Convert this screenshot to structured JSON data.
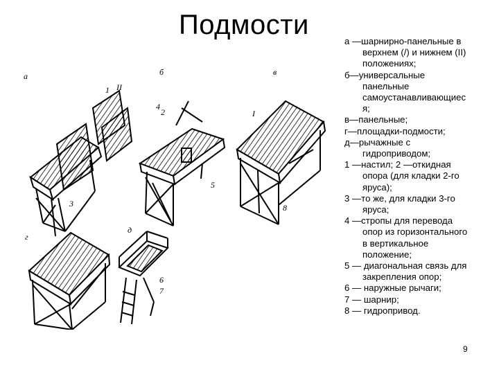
{
  "slide": {
    "title": "Подмости",
    "page_number": "9"
  },
  "legend": [
    {
      "lines": [
        "а —шарнирно-панельные в",
        "верхнем (/) и нижнем (II)",
        "положениях;"
      ]
    },
    {
      "lines": [
        "б—универсальные",
        "панельные",
        "самоустанавливающиес",
        "я;"
      ]
    },
    {
      "lines": [
        "в—панельные;"
      ]
    },
    {
      "lines": [
        "г—площадки-подмости;"
      ]
    },
    {
      "lines": [
        "д—рычажные с",
        "гидроприводом;"
      ]
    },
    {
      "lines": [
        "1 —настил; 2 —откидная",
        "опора (для кладки 2-го",
        "яруса);"
      ]
    },
    {
      "lines": [
        "3 —то же, для кладки 3-го",
        "яруса;"
      ]
    },
    {
      "lines": [
        "4 —стропы для перевода",
        "опор из горизонтального",
        "в вертикальное",
        "положение;"
      ]
    },
    {
      "lines": [
        "5 — диагональная связь для",
        "закрепления опор;"
      ]
    },
    {
      "lines": [
        "6 — наружные рычаги;"
      ]
    },
    {
      "lines": [
        "7 — шарнир;"
      ]
    },
    {
      "lines": [
        "8 — гидропривод."
      ]
    }
  ],
  "figure": {
    "labels": {
      "a": "а",
      "b": "б",
      "v": "в",
      "g": "г",
      "d": "д",
      "n1": "1",
      "n2": "2",
      "n3": "3",
      "n4": "4",
      "n5": "5",
      "n6": "6",
      "n7": "7",
      "n8": "8",
      "I": "I",
      "II": "II"
    }
  }
}
